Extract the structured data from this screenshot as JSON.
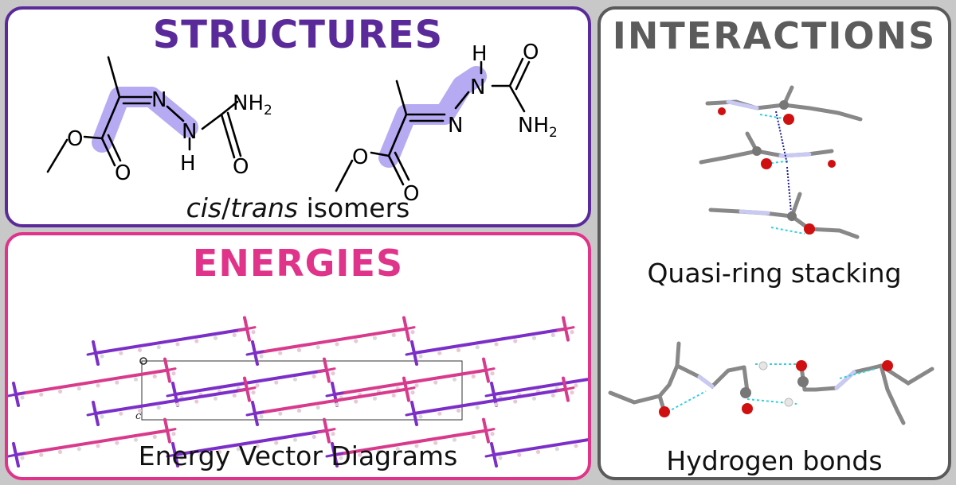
{
  "structures": {
    "title": "STRUCTURES",
    "caption_italic_1": "cis",
    "caption_slash": "/",
    "caption_italic_2": "trans",
    "caption_rest": " isomers",
    "atoms": {
      "N": "N",
      "H": "H",
      "O": "O",
      "NH": "NH",
      "sub2": "2"
    }
  },
  "energies": {
    "title": "ENERGIES",
    "caption": "Energy Vector Diagrams",
    "axis_label_c": "c"
  },
  "interactions": {
    "title": "INTERACTIONS",
    "caption_top": "Quasi-ring stacking",
    "caption_bottom": "Hydrogen bonds"
  },
  "colors": {
    "structures": "#5b2a9a",
    "energies": "#e0338a",
    "interactions": "#5a5a5a",
    "highlight": "#a99bf0",
    "vector_purple": "#7b2fc8",
    "vector_pink": "#d83a8c",
    "carbon": "#777777",
    "oxygen": "#d01010",
    "nitrogen": "#9d9df0",
    "hbond": "#2fd0e0"
  }
}
